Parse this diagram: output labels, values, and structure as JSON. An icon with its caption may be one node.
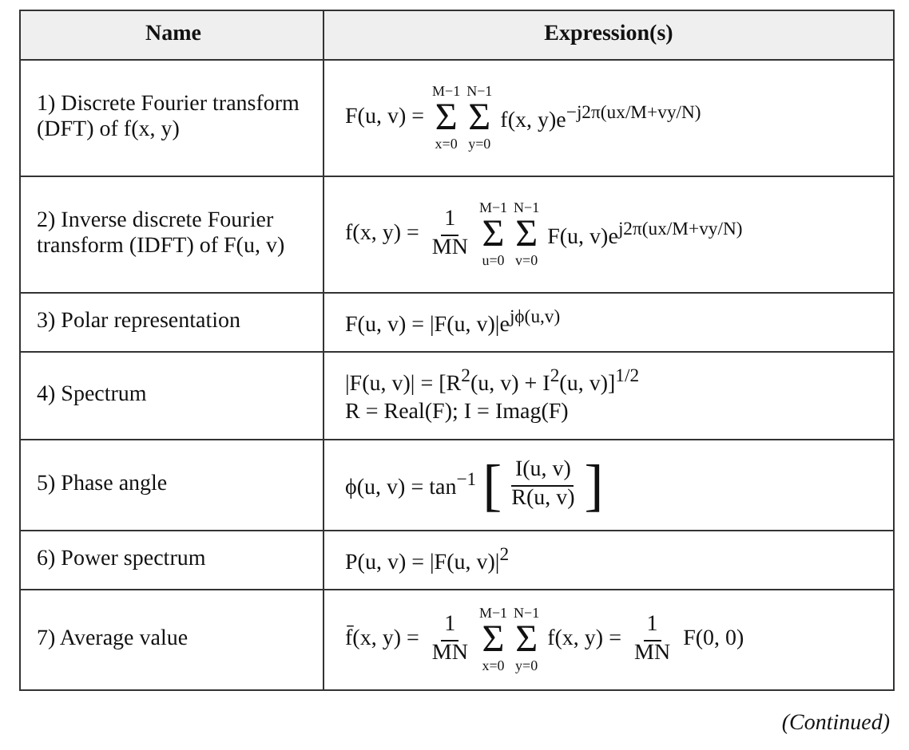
{
  "diagram": {
    "labels": [
      "Name",
      "Expression(s)",
      "1) Discrete Fourier transform (DFT) of f(x, y)",
      "F(u, v) =",
      "M−1",
      "Σ",
      "x=0",
      "N−1",
      "Σ",
      "y=0",
      "f(x, y)e$^{−j2π(ux/M+vy/N)}$",
      "2) Inverse discrete Fourier transform (IDFT) of F(u, v)",
      "f(x, y) =",
      "1",
      "MN",
      "M−1",
      "Σ",
      "u=0",
      "N−1",
      "Σ",
      "v=0",
      "F(u, v)e$^{j2π(ux/M+vy/N)}$",
      "3) Polar representation",
      "F(u, v) = |F(u, v)|e$^{jϕ(u,v)}$",
      "4) Spectrum",
      "|F(u, v)| = [R$^{2}$(u, v) + I$^{2}$(u, v)]$^{1/2}$",
      "R = Real(F);   I = Imag(F)",
      "5) Phase angle",
      "ϕ(u, v) = tan$^{−1}$",
      "[",
      "I(u, v)",
      "R(u, v)",
      "]",
      "6) Power spectrum",
      "P(u, v) = |F(u, v)|$^{2}$",
      "7) Average value",
      "f̄(x, y) =",
      "1",
      "MN",
      "M−1",
      "Σ",
      "x=0",
      "N−1",
      "Σ",
      "y=0",
      "f(x, y) =",
      "1",
      "MN",
      "F(0, 0)",
      "(Continued)"
    ]
  }
}
